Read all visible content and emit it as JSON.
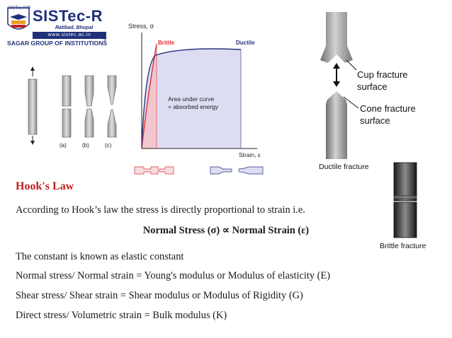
{
  "logo": {
    "badge_text": "SISTec-R",
    "name": "SISTec-R",
    "registered": "®",
    "location": "Ratibad, Bhopal",
    "url": "www.sistec.ac.in",
    "group": "SAGAR GROUP OF INSTITUTIONS"
  },
  "specimens": {
    "labels": [
      "(a)",
      "(b)",
      "(c)"
    ]
  },
  "stress_chart": {
    "y_label": "Stress, σ",
    "x_label": "Strain, ε",
    "series": [
      {
        "name": "Brittle",
        "color": "#e0303a"
      },
      {
        "name": "Ductile",
        "color": "#26337a"
      }
    ],
    "annotation_line1": "Area under curve",
    "annotation_line2": "= absorbed energy",
    "fill_color": "#dcdcf3"
  },
  "fracture": {
    "cup_label_1": "Cup fracture",
    "cup_label_2": "surface",
    "cone_label_1": "Cone fracture",
    "cone_label_2": "surface",
    "caption": "Ductile fracture"
  },
  "brittle": {
    "caption": "Brittle fracture"
  },
  "content": {
    "heading": "Hook's Law",
    "intro": "According to Hook’s law the stress is directly proportional to strain i.e.",
    "formula": "Normal Stress (σ) ∝ Normal Strain (ε)",
    "constant": "The constant is known as elastic constant",
    "young": "Normal stress/ Normal strain = Young's modulus or Modulus of elasticity (E)",
    "shear": "Shear stress/ Shear strain = Shear modulus or Modulus of Rigidity (G)",
    "bulk": "Direct stress/ Volumetric strain = Bulk modulus (K)"
  }
}
